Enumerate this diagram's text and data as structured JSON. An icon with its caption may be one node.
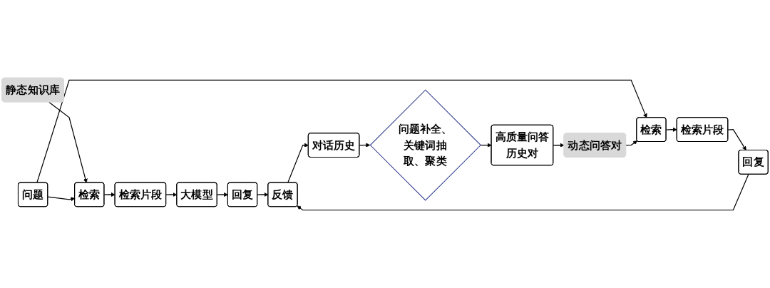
{
  "diagram": {
    "nodes": [
      {
        "text": [
          "静态知识库"
        ]
      },
      {
        "text": [
          "问题"
        ]
      },
      {
        "text": [
          "检索"
        ]
      },
      {
        "text": [
          "检索片段"
        ]
      },
      {
        "text": [
          "大模型"
        ]
      },
      {
        "text": [
          "回复"
        ]
      },
      {
        "text": [
          "检索"
        ]
      },
      {
        "text": [
          "检索片段"
        ]
      },
      {
        "text": [
          "回复"
        ]
      },
      {
        "text": [
          "反馈"
        ]
      },
      {
        "text": [
          "动态问答对"
        ]
      },
      {
        "text": [
          "高质量问答历史对"
        ]
      },
      {
        "text": [
          "问题补全、关键词抽取、聚类"
        ]
      },
      {
        "text": [
          "对话历史"
        ]
      }
    ],
    "edges": [
      {
        "from": 0,
        "to": 2,
        "arrow": "to"
      },
      {
        "from": 1,
        "to": 2,
        "arrow": "to"
      },
      {
        "from": 1,
        "to": 6,
        "arrow": "to"
      },
      {
        "from": 2,
        "to": 3,
        "arrow": "to"
      },
      {
        "from": 3,
        "to": 4,
        "arrow": "to"
      },
      {
        "from": 4,
        "to": 5,
        "arrow": "to"
      },
      {
        "from": 5,
        "to": 9,
        "arrow": "to"
      },
      {
        "from": 6,
        "to": 7,
        "arrow": "to"
      },
      {
        "from": 7,
        "to": 8,
        "arrow": "to"
      },
      {
        "from": 8,
        "to": 9,
        "arrow": "to"
      },
      {
        "from": 10,
        "to": 6,
        "arrow": "to"
      },
      {
        "from": 9,
        "to": 13,
        "arrow": "to"
      },
      {
        "from": 13,
        "to": 12,
        "arrow": "to"
      },
      {
        "from": 12,
        "to": 11,
        "arrow": "to"
      },
      {
        "from": 11,
        "to": 10,
        "arrow": "to"
      }
    ]
  }
}
